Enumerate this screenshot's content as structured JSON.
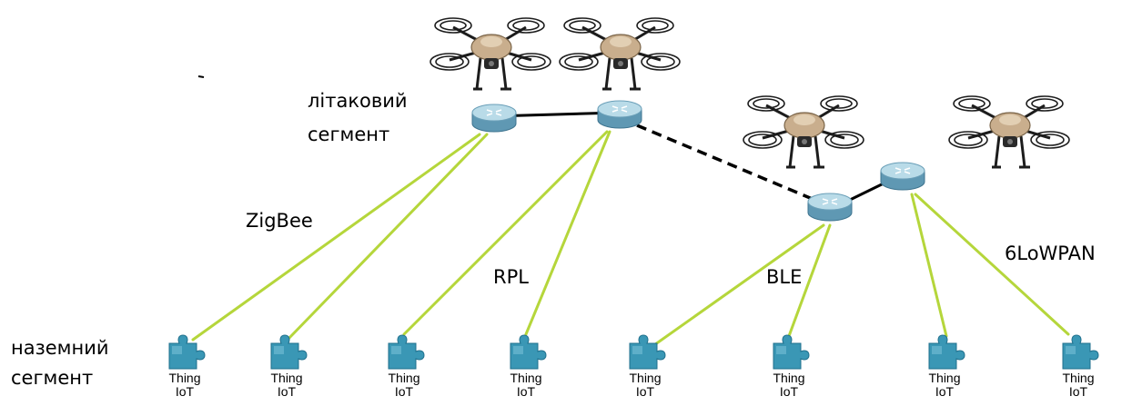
{
  "segments": {
    "air": [
      "літаковий",
      "сегмент"
    ],
    "ground": [
      "наземний",
      "сегмент"
    ]
  },
  "protocols": {
    "zigbee": "ZigBee",
    "rpl": "RPL",
    "ble": "BLE",
    "sixlowpan": "6LoWPAN"
  },
  "thing_label": [
    "Thing",
    "IoT"
  ],
  "colors": {
    "wireless_link": "#b5d63b",
    "router_body": "#6fa5bd",
    "router_top": "#b9dbe8",
    "puzzle": "#3a97b5",
    "drone_body": "#c9ae8d",
    "drone_frame": "#1c1c1c"
  },
  "icons": [
    "drone-icon",
    "router-icon",
    "puzzle-thing-icon"
  ]
}
